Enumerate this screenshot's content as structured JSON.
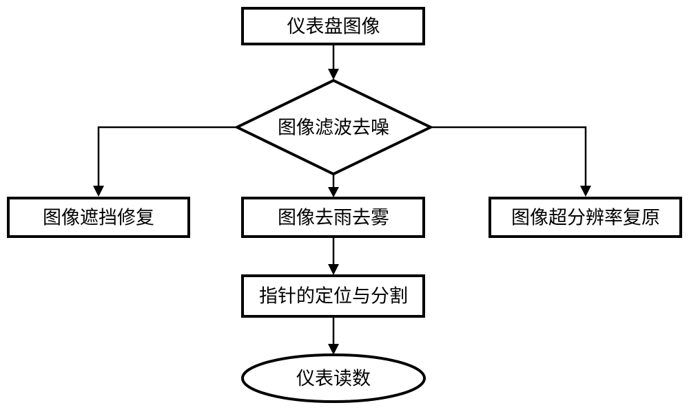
{
  "nodes": {
    "dashboard_image": "仪表盘图像",
    "filter_denoise": "图像滤波去噪",
    "occlusion_repair": "图像遮挡修复",
    "derain_defog": "图像去雨去雾",
    "super_resolution": "图像超分辨率复原",
    "pointer_segmentation": "指针的定位与分割",
    "meter_reading": "仪表读数"
  }
}
